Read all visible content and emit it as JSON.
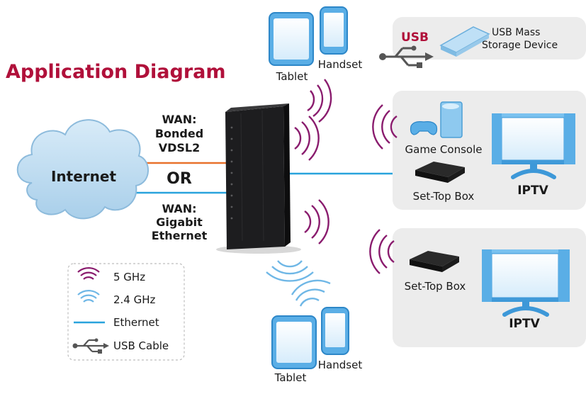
{
  "title": "Application Diagram",
  "internet": {
    "label": "Internet"
  },
  "wan": {
    "vdsl_line1": "WAN:",
    "vdsl_line2": "Bonded",
    "vdsl_line3": "VDSL2",
    "or": "OR",
    "eth_line1": "WAN:",
    "eth_line2": "Gigabit",
    "eth_line3": "Ethernet"
  },
  "devices_top": {
    "tablet": "Tablet",
    "handset": "Handset"
  },
  "devices_bottom": {
    "tablet": "Tablet",
    "handset": "Handset"
  },
  "usb_panel": {
    "usb_label": "USB",
    "storage_line1": "USB Mass",
    "storage_line2": "Storage Device"
  },
  "iptv_panel_1": {
    "game_console": "Game Console",
    "set_top_box": "Set-Top Box",
    "iptv": "IPTV"
  },
  "iptv_panel_2": {
    "set_top_box": "Set-Top Box",
    "iptv": "IPTV"
  },
  "legend": {
    "ghz5": "5 GHz",
    "ghz24": "2.4 GHz",
    "ethernet": "Ethernet",
    "usb_cable": "USB Cable"
  },
  "colors": {
    "title": "#b0103a",
    "ghz5": "#8a1c6e",
    "ghz24": "#6fb7e6",
    "ethernet": "#29a3dc",
    "vdsl": "#e8722c",
    "cloud": "#b9d9ef"
  }
}
